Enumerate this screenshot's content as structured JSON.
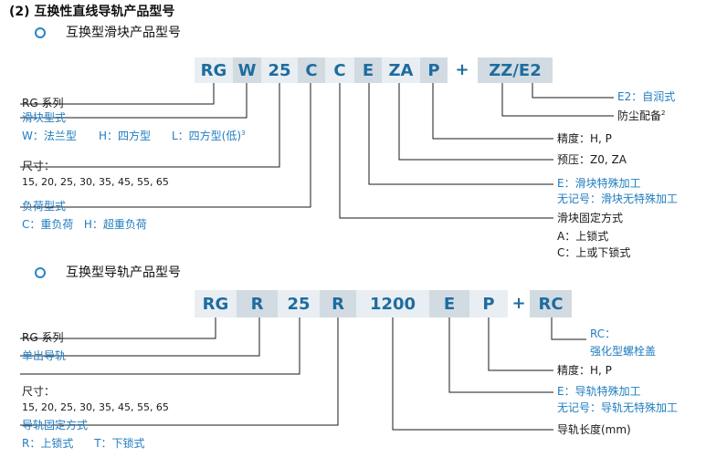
{
  "page_title": "(2) 互换性直线导轨产品型号",
  "section1": {
    "subtitle": "互换型滑块产品型号",
    "codes": [
      "RG",
      "W",
      "25",
      "C",
      "C",
      "E",
      "ZA",
      "P",
      "+",
      "ZZ/E2"
    ],
    "labels": {
      "series": "RG 系列",
      "block_type_title": "滑块型式",
      "block_type_w": "W：法兰型",
      "block_type_h": "H：四方型",
      "block_type_l": "L：四方型(低)",
      "block_type_l_sup": "3",
      "size_title": "尺寸：",
      "size_values": "15, 20, 25, 30, 35, 45, 55, 65",
      "load_title": "负荷型式",
      "load_values": "C：重负荷   H：超重负荷",
      "e2": "E2：自润式",
      "dust": "防尘配备",
      "dust_sup": "2",
      "accuracy": "精度：H, P",
      "preload": "预压：Z0, ZA",
      "e_special": "E：滑块特殊加工",
      "no_mark": "无记号：滑块无特殊加工",
      "mount_title": "滑块固定方式",
      "mount_a": "A：上锁式",
      "mount_c": "C：上或下锁式"
    }
  },
  "section2": {
    "subtitle": "互换型导轨产品型号",
    "codes": [
      "RG",
      "R",
      "25",
      "R",
      "1200",
      "E",
      "P",
      "+",
      "RC"
    ],
    "labels": {
      "series": "RG 系列",
      "rail_type": "单出导轨",
      "size_title": "尺寸：",
      "size_values": "15, 20, 25, 30, 35, 45, 55, 65",
      "mount_title": "导轨固定方式",
      "mount_values": "R：上锁式      T：下锁式",
      "rc_title": "RC：",
      "rc_value": "强化型螺栓盖",
      "accuracy": "精度：H, P",
      "e_special": "E：导轨特殊加工",
      "no_mark": "无记号：导轨无特殊加工",
      "length": "导轨长度(mm)"
    }
  },
  "colors": {
    "accent": "#1f7cc0",
    "code_text": "#1f6c9f",
    "cell_light": "#e8eef2",
    "cell_dark": "#d2dbe2",
    "bullet": "#2a84c4"
  }
}
